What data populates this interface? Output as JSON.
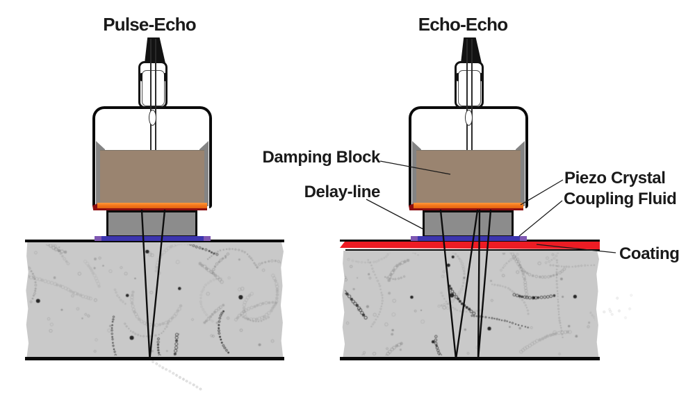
{
  "diagram": {
    "left_probe": {
      "title": "Pulse-Echo"
    },
    "right_probe": {
      "title": "Echo-Echo"
    },
    "labels": {
      "damping_block": "Damping Block",
      "delay_line": "Delay-line",
      "piezo_crystal": "Piezo Crystal",
      "coupling_fluid": "Coupling Fluid",
      "coating": "Coating"
    },
    "colors": {
      "damping-block": "#9a8470",
      "piezo-crystal": "#f5791d",
      "piezo-backing": "#8c0e10",
      "coupling-fluid": "#3c35ae",
      "coupling-fluid-edge": "#7e57b2",
      "coating": "#ed1c24",
      "delay-line": "#8c8c8c",
      "case-wall": "#848484",
      "specimen": "#c9c9c9",
      "outline": "#0a0a0a",
      "text": "#1a1a1a"
    }
  }
}
